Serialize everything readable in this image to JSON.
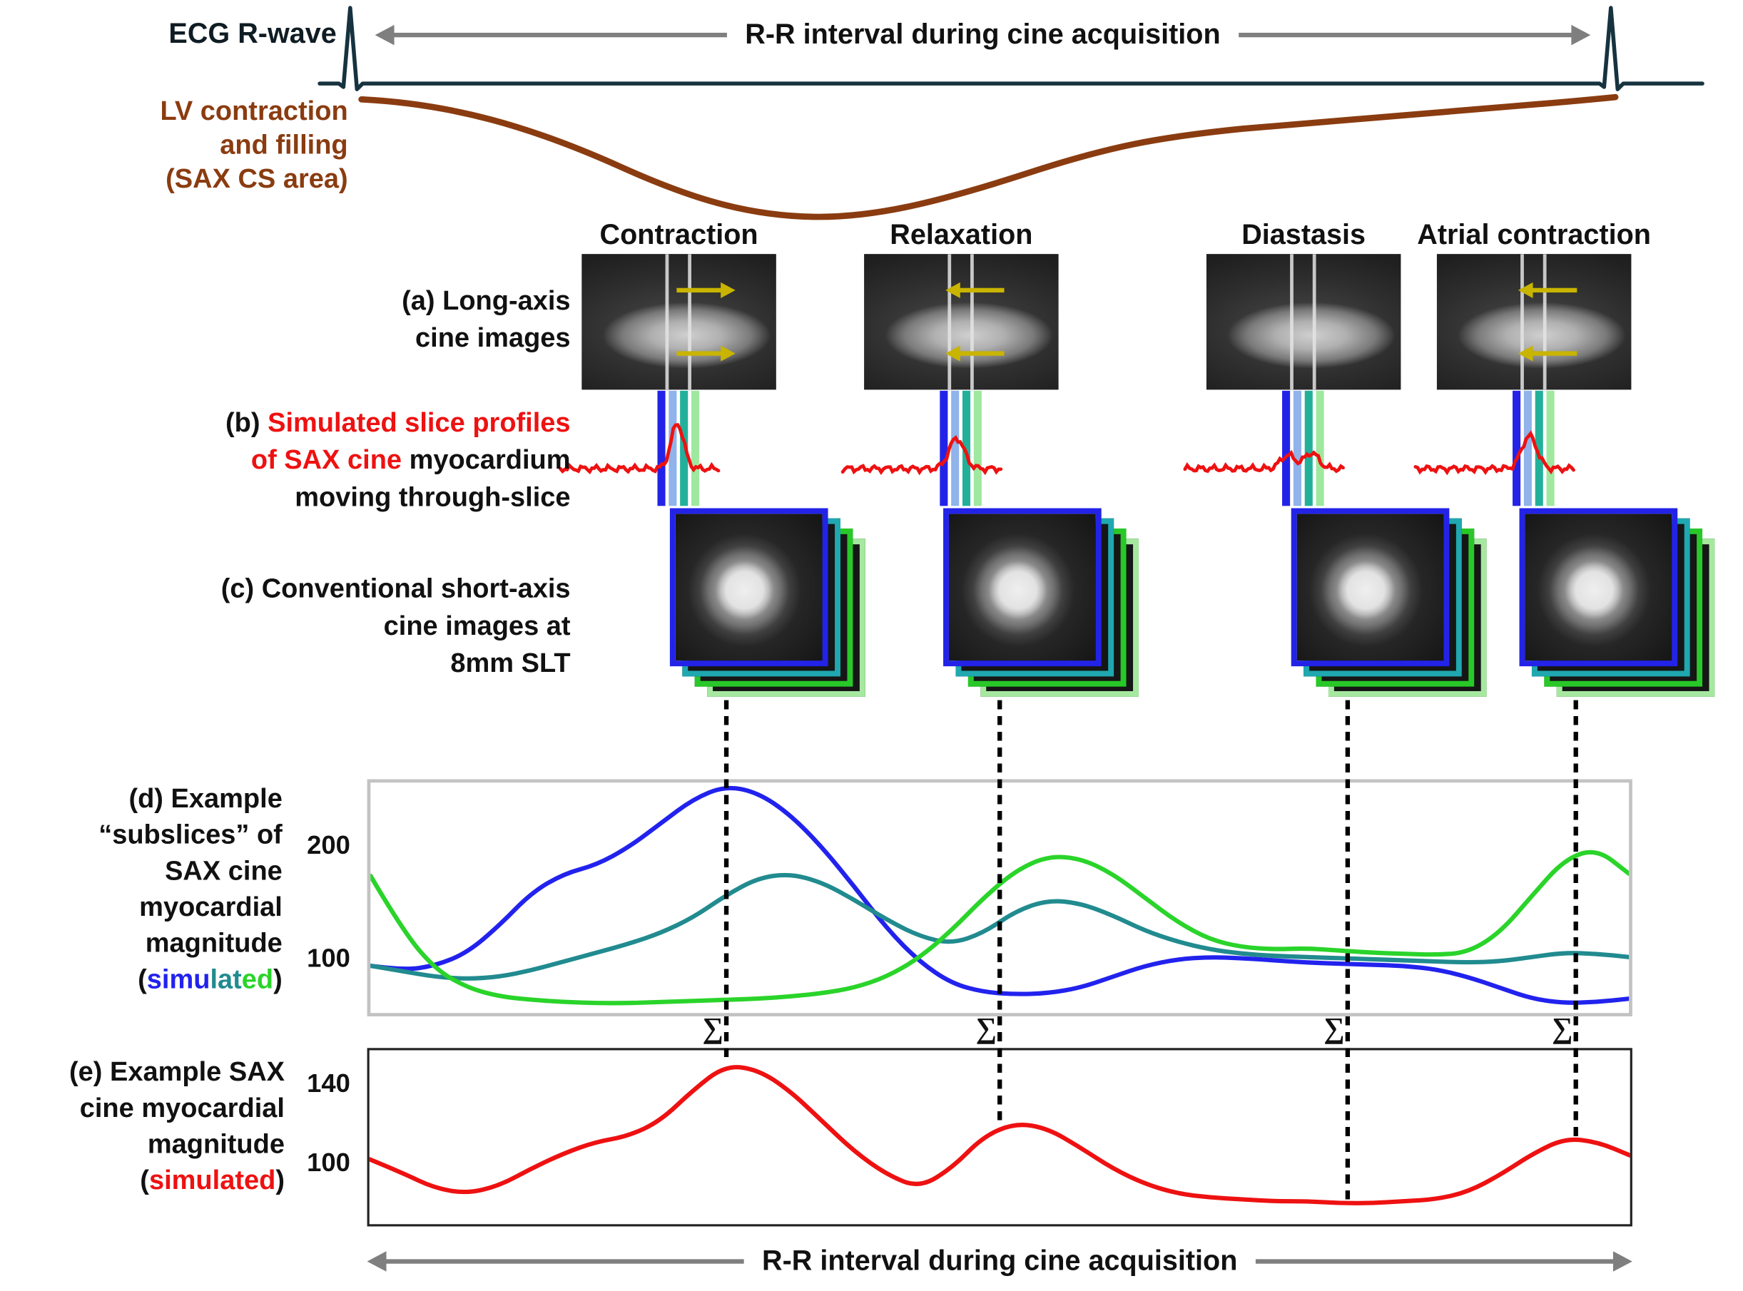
{
  "header": {
    "ecg_label": "ECG R-wave",
    "rr_interval_label": "R-R interval during cine acquisition",
    "lv_label_lines": [
      "LV contraction",
      "and filling",
      "(SAX CS area)"
    ]
  },
  "phases": [
    {
      "name": "Contraction",
      "arrow": "right"
    },
    {
      "name": "Relaxation",
      "arrow": "left"
    },
    {
      "name": "Diastasis",
      "arrow": "none"
    },
    {
      "name": "Atrial contraction",
      "arrow": "left"
    }
  ],
  "row_a": {
    "label_lines": [
      "(a) Long-axis",
      "cine images"
    ]
  },
  "row_b": {
    "label_segments": [
      [
        {
          "t": "(b) ",
          "c": "#111111"
        },
        {
          "t": "Simulated slice profiles",
          "c": "#ee1111"
        }
      ],
      [
        {
          "t": "of SAX cine",
          "c": "#ee1111"
        },
        {
          "t": " myocardium",
          "c": "#111111"
        }
      ],
      [
        {
          "t": "moving through-slice",
          "c": "#111111"
        }
      ]
    ]
  },
  "row_c": {
    "label_lines": [
      "(c) Conventional short-axis",
      "cine images at",
      "8mm SLT"
    ]
  },
  "row_d": {
    "label_segments": [
      [
        {
          "t": "(d) Example",
          "c": "#111111"
        }
      ],
      [
        {
          "t": "“subslices” of",
          "c": "#111111"
        }
      ],
      [
        {
          "t": "SAX cine",
          "c": "#111111"
        }
      ],
      [
        {
          "t": "myocardial",
          "c": "#111111"
        }
      ],
      [
        {
          "t": "magnitude",
          "c": "#111111"
        }
      ],
      [
        {
          "t": "(",
          "c": "#111111"
        },
        {
          "t": "simu",
          "c": "#2222ee"
        },
        {
          "t": "lat",
          "c": "#218b8f"
        },
        {
          "t": "ed",
          "c": "#2ad42a"
        },
        {
          "t": ")",
          "c": "#111111"
        }
      ]
    ]
  },
  "row_e": {
    "label_segments": [
      [
        {
          "t": "(e) Example SAX",
          "c": "#111111"
        }
      ],
      [
        {
          "t": "cine myocardial",
          "c": "#111111"
        }
      ],
      [
        {
          "t": "magnitude",
          "c": "#111111"
        }
      ],
      [
        {
          "t": "(",
          "c": "#111111"
        },
        {
          "t": "simulated",
          "c": "#ee1111"
        },
        {
          "t": ")",
          "c": "#111111"
        }
      ]
    ]
  },
  "footer": {
    "rr_interval_label": "R-R interval during cine acquisition"
  },
  "sigma_symbol": "∑",
  "colors": {
    "ecg_trace": "#16333f",
    "lv_curve": "#8a3c10",
    "profile_red": "#ee1111",
    "subslice_blue": "#2222ee",
    "subslice_teal": "#218b8f",
    "subslice_green": "#2ad42a",
    "subslice_bars": [
      "#2323e8",
      "#8fb3ea",
      "#23b09a",
      "#9fe89f"
    ],
    "stack_layers_back_to_front": [
      "#a6e8a0",
      "#28c828",
      "#1fa8b0",
      "#2323e8"
    ],
    "motion_arrow_yellow": "#c9b400",
    "interval_arrow_gray": "#7f7f7f"
  },
  "slice_profiles": [
    {
      "phase": "Contraction",
      "peaks": [
        {
          "c": 0.74,
          "h": 40,
          "w": 0.04
        }
      ]
    },
    {
      "phase": "Relaxation",
      "peaks": [
        {
          "c": 0.72,
          "h": 27,
          "w": 0.048
        }
      ]
    },
    {
      "phase": "Diastasis",
      "peaks": [
        {
          "c": 0.65,
          "h": 12,
          "w": 0.045
        },
        {
          "c": 0.8,
          "h": 14,
          "w": 0.045
        }
      ]
    },
    {
      "phase": "Atrial contraction",
      "peaks": [
        {
          "c": 0.72,
          "h": 29,
          "w": 0.048
        }
      ]
    }
  ],
  "chart_data": [
    {
      "type": "line",
      "title": "(d) Example “subslices” of SAX cine myocardial magnitude (simulated)",
      "x_range": [
        0,
        1
      ],
      "ylim": [
        45,
        255
      ],
      "yticks": [
        100,
        200
      ],
      "grid": false,
      "legend": "none",
      "dotted_markers_x": [
        0.284,
        0.5,
        0.775,
        0.955
      ],
      "series": [
        {
          "name": "subslice-blue",
          "color": "#2222ee",
          "values": [
            88,
            84,
            88,
            100,
            125,
            155,
            172,
            180,
            196,
            218,
            240,
            252,
            246,
            226,
            196,
            160,
            122,
            92,
            72,
            64,
            62,
            63,
            68,
            78,
            88,
            94,
            96,
            95,
            93,
            91,
            90,
            89,
            88,
            85,
            78,
            68,
            58,
            54,
            55,
            58
          ]
        },
        {
          "name": "subslice-teal",
          "color": "#218b8f",
          "values": [
            88,
            83,
            78,
            76,
            78,
            84,
            92,
            100,
            108,
            118,
            132,
            152,
            168,
            172,
            164,
            148,
            130,
            115,
            108,
            118,
            138,
            148,
            145,
            134,
            120,
            110,
            103,
            99,
            97,
            96,
            95,
            94,
            93,
            92,
            91,
            92,
            96,
            100,
            99,
            96
          ]
        },
        {
          "name": "subslice-green",
          "color": "#2ad42a",
          "values": [
            170,
            120,
            85,
            68,
            60,
            57,
            55,
            54,
            54,
            55,
            56,
            57,
            58,
            60,
            63,
            68,
            78,
            95,
            120,
            150,
            175,
            188,
            186,
            172,
            150,
            128,
            112,
            105,
            103,
            104,
            102,
            100,
            99,
            98,
            100,
            118,
            152,
            185,
            195,
            172
          ]
        }
      ]
    },
    {
      "type": "line",
      "title": "(e) Example SAX cine myocardial magnitude (simulated)",
      "x_range": [
        0,
        1
      ],
      "ylim": [
        66,
        157
      ],
      "yticks": [
        100,
        140
      ],
      "grid": false,
      "legend": "none",
      "series": [
        {
          "name": "sax-cine-magnitude",
          "color": "#ee1111",
          "values": [
            100,
            93,
            85,
            82,
            86,
            95,
            103,
            109,
            112,
            120,
            136,
            149,
            147,
            136,
            120,
            104,
            92,
            85,
            95,
            112,
            119,
            116,
            106,
            95,
            87,
            82,
            80,
            79,
            78,
            78,
            77,
            77,
            78,
            79,
            83,
            92,
            103,
            111,
            109,
            102
          ]
        }
      ]
    }
  ]
}
